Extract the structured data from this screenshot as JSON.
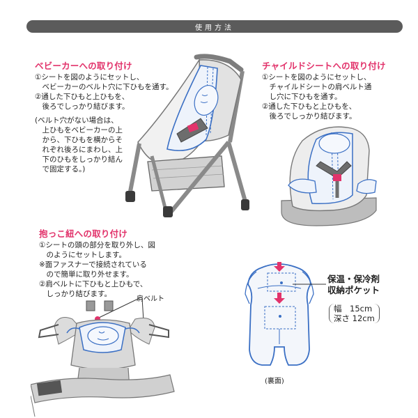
{
  "header": {
    "title": "使用方法"
  },
  "stroller": {
    "title": "ベビーカーへの取り付け",
    "lines": [
      "①シートを図のようにセットし、",
      "　ベビーカーのベルト穴に下ひもを通す。",
      "②通した下ひもと上ひもを、",
      "　後ろでしっかり結びます。",
      "",
      "(ベルト穴がない場合は、",
      "　上ひもをベビーカーの上",
      "　から、下ひもを横からそ",
      "　れぞれ後ろにまわし、上",
      "　下のひもをしっかり結ん",
      "　で固定する。)"
    ]
  },
  "childseat": {
    "title": "チャイルドシートへの取り付け",
    "lines": [
      "①シートを図のようにセットし、",
      "　チャイルドシートの肩ベルト通",
      "　し穴に下ひもを通す。",
      "②通した下ひもと上ひもを、",
      "　後ろでしっかり結びます。"
    ]
  },
  "carrier": {
    "title": "抱っこ紐への取り付け",
    "lines": [
      "①シートの頭の部分を取り外し、図",
      "　のようにセットします。",
      "※面ファスナーで接続されている",
      "　ので簡単に取り外せます。",
      "②肩ベルトに下ひもと上ひもで、",
      "　しっかり結びます。"
    ],
    "shoulder_label": "肩ベルト"
  },
  "pocket": {
    "title_line1": "保温・保冷剤",
    "title_line2": "収納ポケット",
    "size": "幅　15cm\n深さ 12cm",
    "back_label": "(裏面)"
  },
  "colors": {
    "accent_pink": "#e2336b",
    "header_gray": "#5b5b5b",
    "seat_blue": "#3a6fc4",
    "frame_gray": "#8a8a8a"
  }
}
